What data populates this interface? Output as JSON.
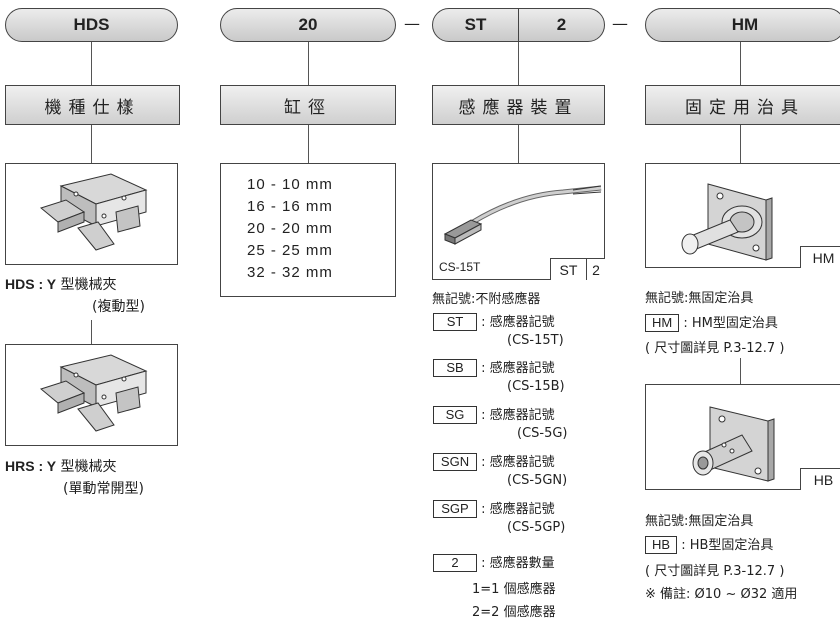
{
  "top": {
    "model": "HDS",
    "bore": "20",
    "sensor_code": "ST",
    "sensor_count": "2",
    "fixture": "HM",
    "dash1": "—",
    "dash2": "—"
  },
  "headers": {
    "model": "機種仕樣",
    "bore": "缸徑",
    "sensor": "感應器裝置",
    "fixture": "固定用治具"
  },
  "bore_sizes": [
    "10 - 10 mm",
    "16 - 16 mm",
    "20 - 20 mm",
    "25 - 25 mm",
    "32 - 32 mm"
  ],
  "models": [
    {
      "code": "HDS : Y",
      "desc": "型機械夾",
      "sub": "(複動型)"
    },
    {
      "code": "HRS : Y",
      "desc": "型機械夾",
      "sub": "(單動常開型)"
    }
  ],
  "sensor_image": {
    "caption": "CS-15T",
    "code": "ST",
    "count": "2"
  },
  "sensor_list": {
    "none": "無記號:不附感應器",
    "items": [
      {
        "code": "ST",
        "label": ": 感應器記號",
        "model": "(CS-15T)"
      },
      {
        "code": "SB",
        "label": ": 感應器記號",
        "model": "(CS-15B)"
      },
      {
        "code": "SG",
        "label": ": 感應器記號",
        "model": "(CS-5G)"
      },
      {
        "code": "SGN",
        "label": ": 感應器記號",
        "model": "(CS-5GN)"
      },
      {
        "code": "SGP",
        "label": ": 感應器記號",
        "model": "(CS-5GP)"
      }
    ],
    "count": {
      "code": "2",
      "label": ": 感應器數量",
      "opt1": "1=1 個感應器",
      "opt2": "2=2 個感應器"
    }
  },
  "fixtures": [
    {
      "tag": "HM",
      "none": "無記號:無固定治具",
      "code": "HM",
      "label": ": HM型固定治具",
      "ref": "( 尺寸圖詳見 P.3-12.7 )"
    },
    {
      "tag": "HB",
      "none": "無記號:無固定治具",
      "code": "HB",
      "label": ": HB型固定治具",
      "ref": "( 尺寸圖詳見 P.3-12.7 )"
    }
  ],
  "note": "※ 備註: Ø10 ~ Ø32 適用",
  "colors": {
    "line": "#444444",
    "fill_top": "#ececec",
    "fill_bottom": "#c9c9c9"
  }
}
